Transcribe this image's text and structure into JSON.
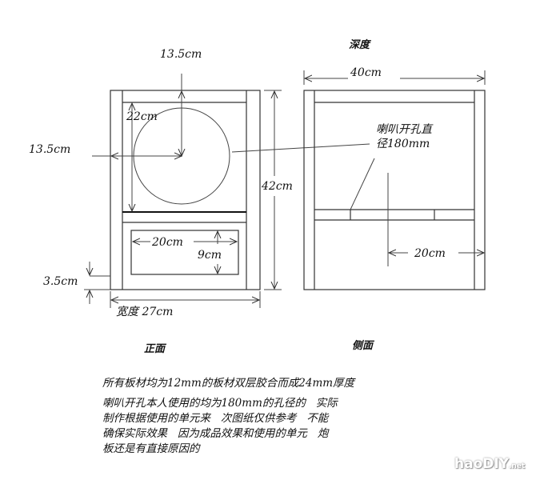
{
  "front_view": {
    "title": "正面",
    "dim_top_center": "13.5cm",
    "dim_left_center": "13.5cm",
    "dim_driver_section": "22cm",
    "dim_height": "42cm",
    "dim_port_width": "20cm",
    "dim_port_height": "9cm",
    "dim_port_bottom": "3.5cm",
    "dim_width": "宽度 27cm"
  },
  "side_view": {
    "title": "侧面",
    "depth_label": "深度",
    "dim_depth": "40cm",
    "driver_note_line1": "喇叭开孔直",
    "driver_note_line2": "径180mm",
    "dim_shelf": "20cm"
  },
  "notes": [
    "所有板材均为12mm的板材双层胶合而成24mm厚度",
    "喇叭开孔本人使用的均为180mm的孔径的   实际",
    "制作根据使用的单元来   次图纸仅供参考   不能",
    "确保实际效果   因为成品效果和使用的单元   炮",
    "板还是有直接原因的"
  ],
  "watermark": {
    "main": "haoDIY",
    "suffix": ".net"
  }
}
